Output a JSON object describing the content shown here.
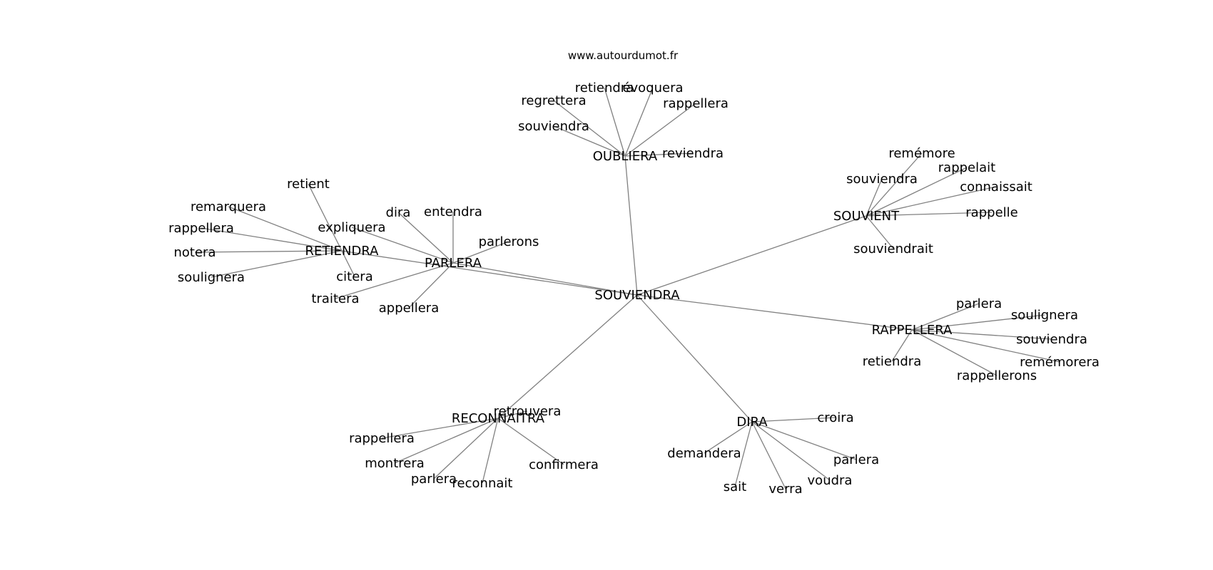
{
  "credit": "www.autourdumot.fr",
  "center": "SOUVIENDRA",
  "hubs": [
    {
      "label": "OUBLIERA",
      "leaves": [
        "souviendra",
        "regrettera",
        "retiendra",
        "évoquera",
        "rappellera",
        "reviendra"
      ]
    },
    {
      "label": "SOUVIENT",
      "leaves": [
        "remémore",
        "souviendra",
        "rappelait",
        "connaissait",
        "rappelle",
        "souviendrait"
      ]
    },
    {
      "label": "PARLERA",
      "leaves": [
        "dira",
        "entendra",
        "parlerons",
        "expliquera",
        "traitera",
        "appellera"
      ]
    },
    {
      "label": "RETIENDRA",
      "leaves": [
        "retient",
        "remarquera",
        "rappellera",
        "notera",
        "soulignera",
        "citera"
      ]
    },
    {
      "label": "RAPPELLERA",
      "leaves": [
        "parlera",
        "soulignera",
        "souviendra",
        "remémorera",
        "rappellerons",
        "retiendra"
      ]
    },
    {
      "label": "RECONNAITRA",
      "leaves": [
        "retrouvera",
        "rappellera",
        "montrera",
        "parlera",
        "reconnait",
        "confirmera"
      ]
    },
    {
      "label": "DIRA",
      "leaves": [
        "croira",
        "demandera",
        "sait",
        "verra",
        "voudra",
        "parlera"
      ]
    }
  ]
}
